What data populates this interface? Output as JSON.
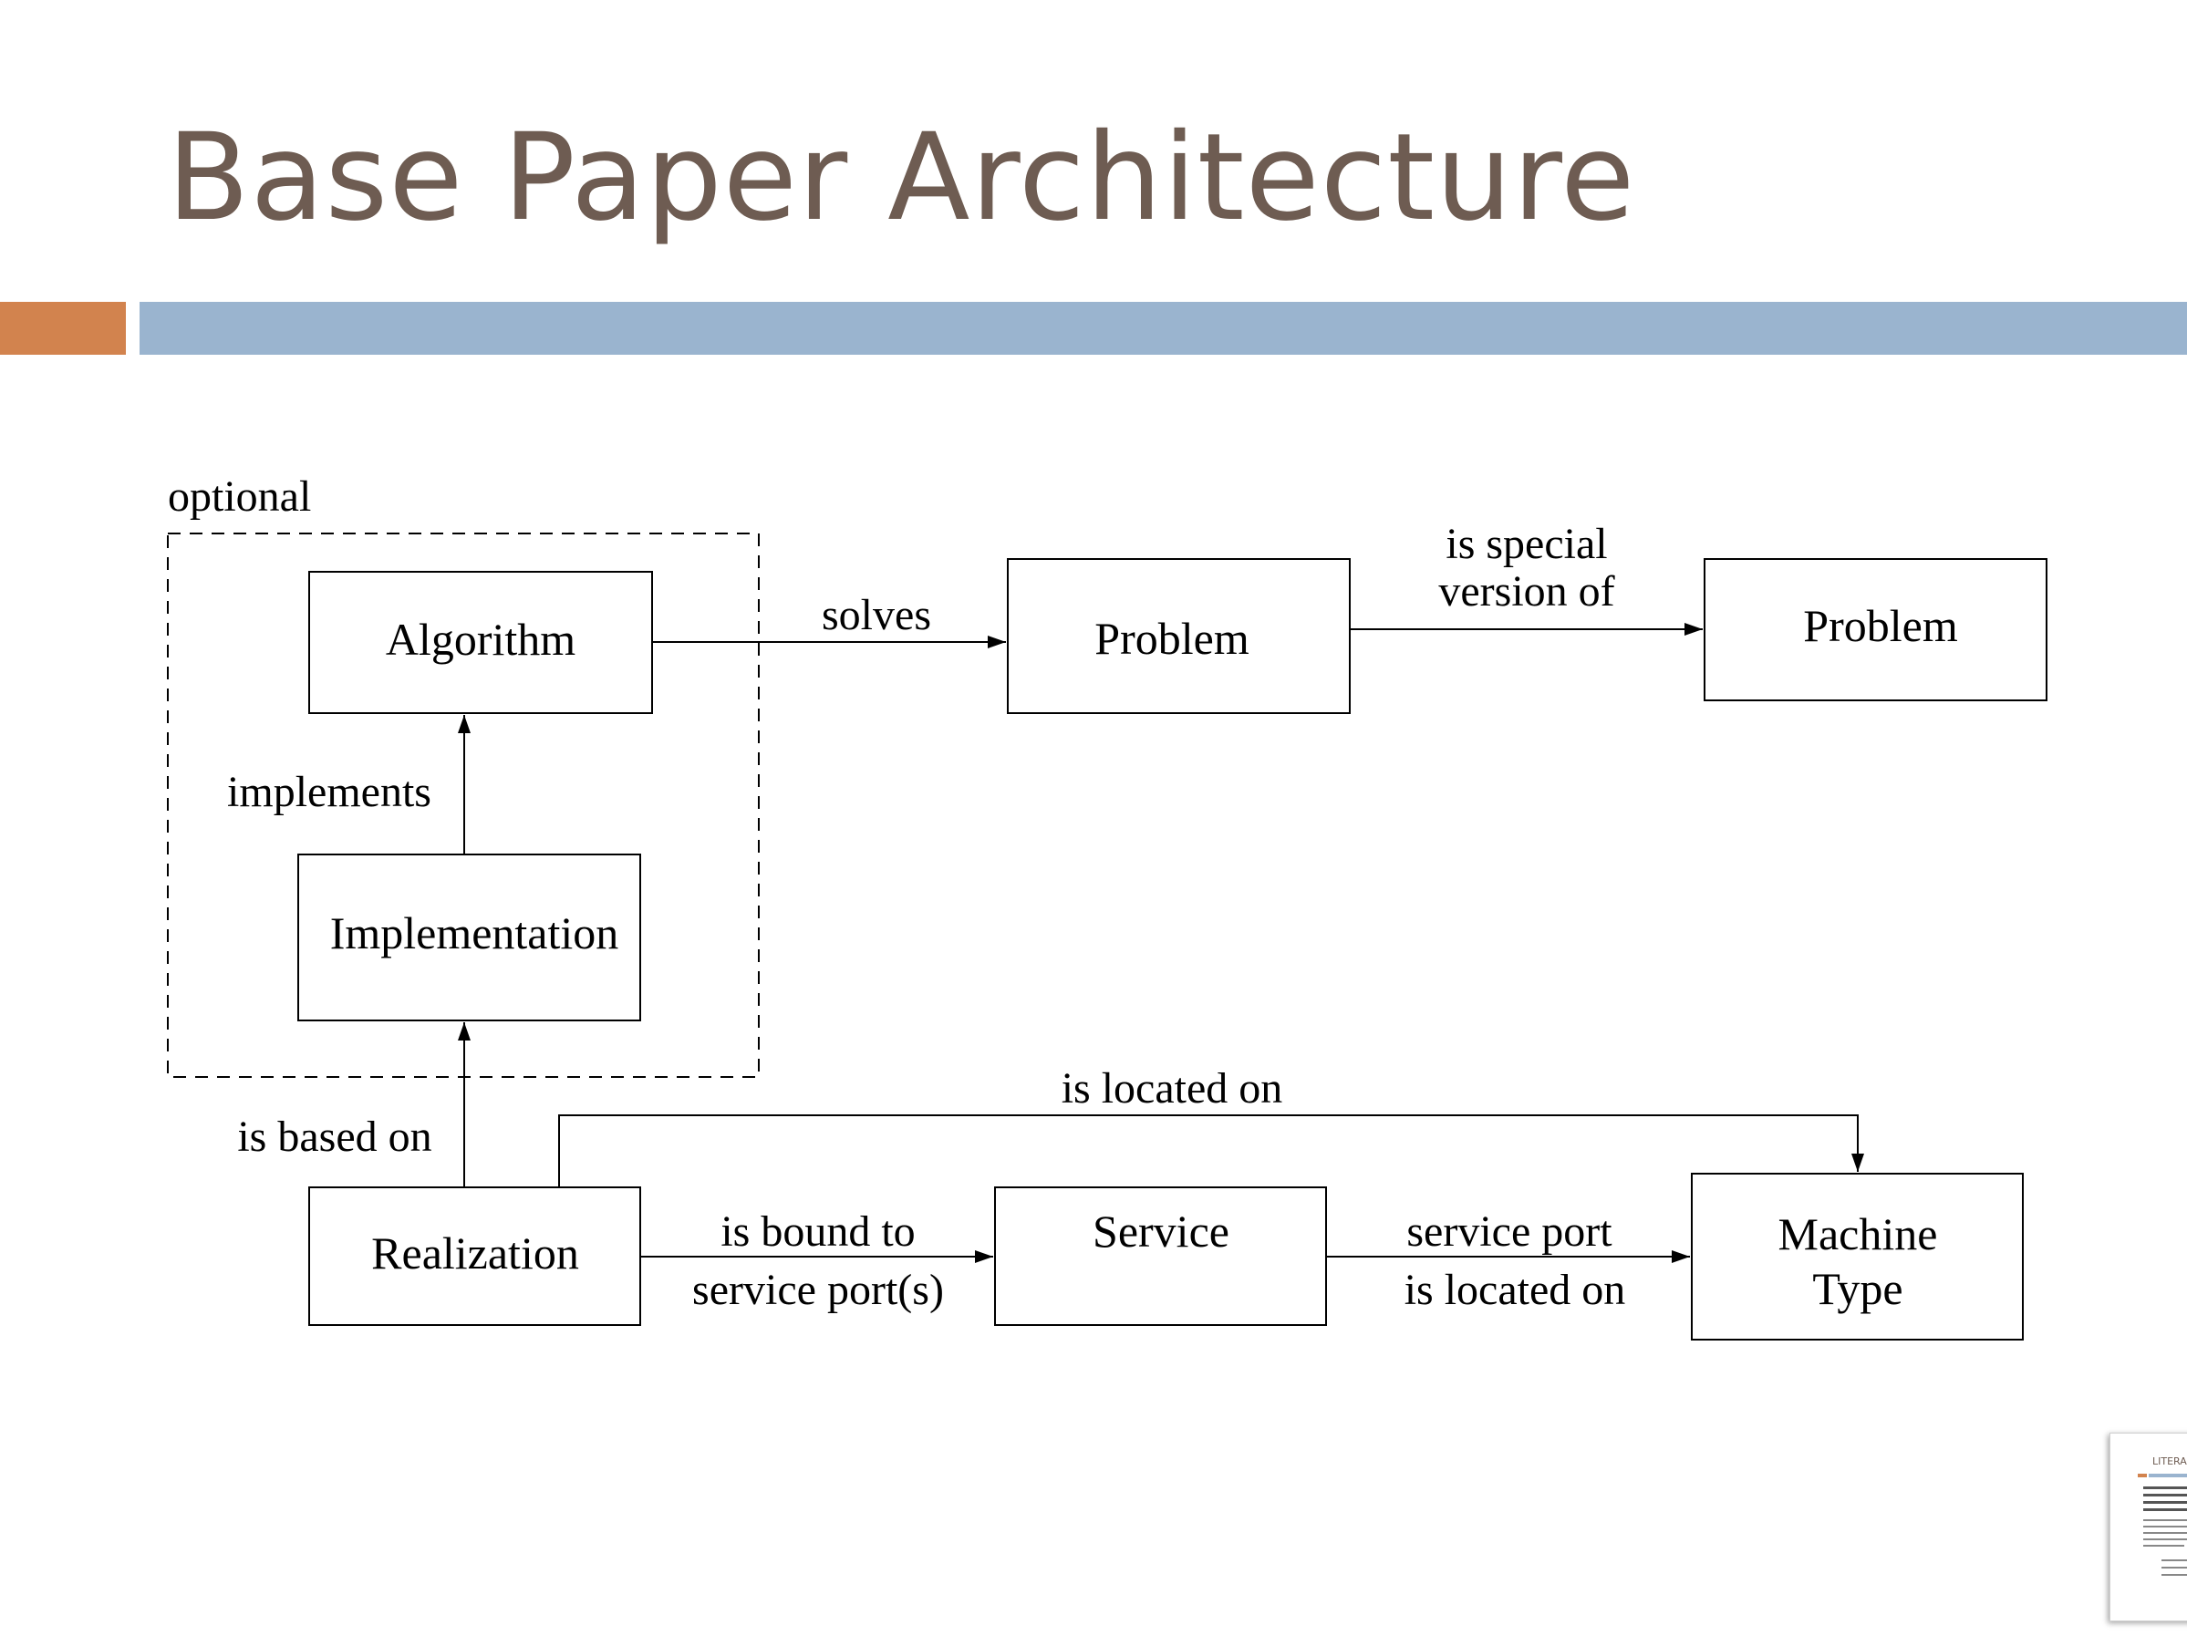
{
  "slide": {
    "title": "Base Paper Architecture"
  },
  "diagram": {
    "group_label": "optional",
    "nodes": {
      "algorithm": "Algorithm",
      "problem": "Problem",
      "problem_general": "Problem",
      "implementation": "Implementation",
      "realization": "Realization",
      "service": "Service",
      "machine_type_line1": "Machine",
      "machine_type_line2": "Type"
    },
    "edges": {
      "solves": "solves",
      "is_special_line1": "is special",
      "is_special_line2": "version of",
      "implements": "implements",
      "is_based_on": "is based on",
      "is_located_on": "is located on",
      "is_bound_line1": "is bound to",
      "is_bound_line2": "service port(s)",
      "service_port_line1": "service port",
      "service_port_line2": "is located on"
    }
  },
  "thumbnail": {
    "title": "LITERA"
  },
  "colors": {
    "title": "#6e5c52",
    "accent_orange": "#d2834e",
    "accent_blue": "#9ab4cf"
  }
}
